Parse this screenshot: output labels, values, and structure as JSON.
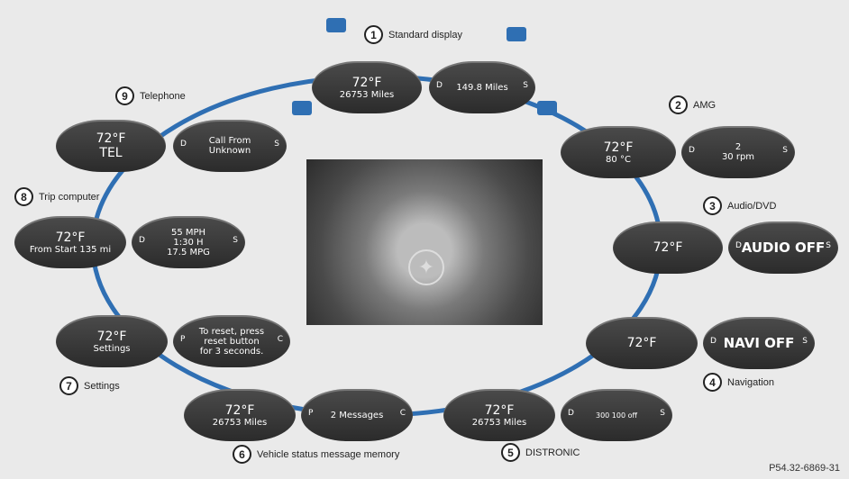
{
  "labels": {
    "n1": {
      "num": "1",
      "text": "Standard display"
    },
    "n2": {
      "num": "2",
      "text": "AMG"
    },
    "n3": {
      "num": "3",
      "text": "Audio/DVD"
    },
    "n4": {
      "num": "4",
      "text": "Navigation"
    },
    "n5": {
      "num": "5",
      "text": "DISTRONIC"
    },
    "n6": {
      "num": "6",
      "text": "Vehicle status message memory"
    },
    "n7": {
      "num": "7",
      "text": "Settings"
    },
    "n8": {
      "num": "8",
      "text": "Trip computer"
    },
    "n9": {
      "num": "9",
      "text": "Telephone"
    }
  },
  "displays": {
    "std_left": {
      "l1": "72°F",
      "l2": "26753 Miles"
    },
    "std_right": {
      "left": "D",
      "text": "149.8 Miles",
      "right": "S"
    },
    "tel_left": {
      "l1": "72°F",
      "l2": "TEL"
    },
    "tel_right": {
      "left": "D",
      "l1": "Call From",
      "l2": "Unknown",
      "right": "S"
    },
    "amg_left": {
      "l1": "72°F",
      "l2": "80 °C"
    },
    "amg_right": {
      "left": "D",
      "l1": "2",
      "l2": "30 rpm",
      "right": "S"
    },
    "trip_left": {
      "l1": "72°F",
      "l2": "From Start 135 mi"
    },
    "trip_right": {
      "left": "D",
      "l1": "55 MPH",
      "l2": "1:30 H",
      "l3": "17.5 MPG",
      "right": "S"
    },
    "audio_left": {
      "l1": "72°F"
    },
    "audio_right": {
      "left": "D",
      "text": "AUDIO OFF",
      "right": "S"
    },
    "set_left": {
      "l1": "72°F",
      "l2": "Settings"
    },
    "set_right": {
      "left": "P",
      "l1": "To reset, press",
      "l2": "reset button",
      "l3": "for 3 seconds.",
      "right": "C"
    },
    "navi_left": {
      "l1": "72°F"
    },
    "navi_right": {
      "left": "D",
      "text": "NAVI OFF",
      "right": "S"
    },
    "vs_left": {
      "l1": "72°F",
      "l2": "26753 Miles"
    },
    "vs_right": {
      "left": "P",
      "text": "2 Messages",
      "right": "C"
    },
    "dist_left": {
      "l1": "72°F",
      "l2": "26753 Miles"
    },
    "dist_right": {
      "left": "D",
      "ticks": "300 100 off",
      "right": "S"
    }
  },
  "footer": "P54.32-6869-31",
  "colors": {
    "ring": "#2f6fb3",
    "display": "#3a3a3a"
  }
}
